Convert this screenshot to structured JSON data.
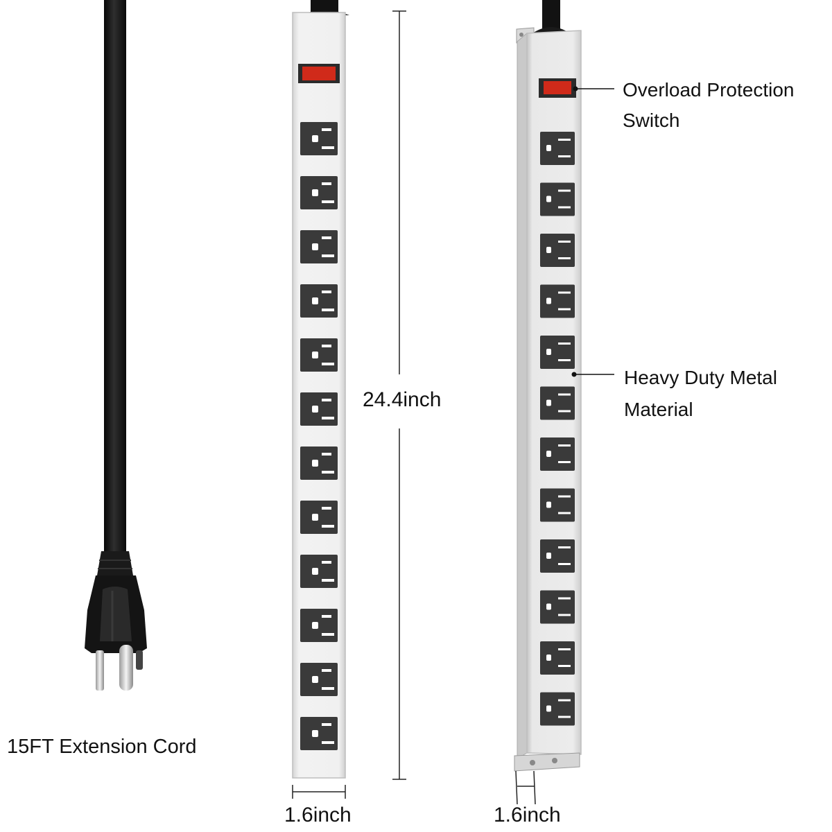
{
  "labels": {
    "cord": "15FT Extension Cord",
    "length": "24.4inch",
    "width_front": "1.6inch",
    "width_side": "1.6inch",
    "switch_line1": "Overload Protection",
    "switch_line2": "Switch",
    "metal_line1": "Heavy Duty Metal",
    "metal_line2": "Material"
  },
  "product": {
    "outlet_count": 12,
    "colors": {
      "housing": "#e6e6e6",
      "housing_edge": "#c8c8c8",
      "outlet": "#3a3a3a",
      "switch_frame": "#2b2b2b",
      "switch": "#d02a1a",
      "cord": "#151515",
      "dimension_line": "#222222"
    }
  }
}
